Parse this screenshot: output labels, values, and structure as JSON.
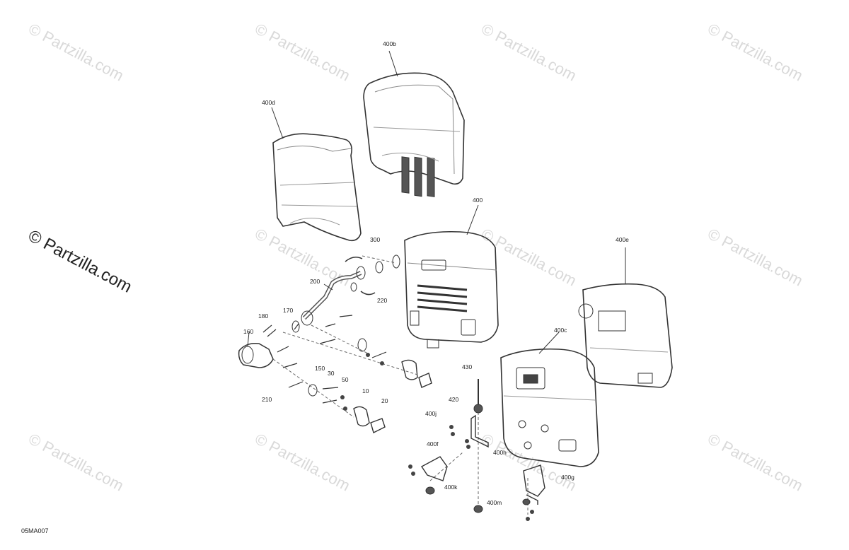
{
  "watermark": {
    "text": "© Partzilla.com",
    "main_text": "© Partzilla.com"
  },
  "diagram_code": "05MA007",
  "labels": {
    "l400b": "400b",
    "l400d": "400d",
    "l400": "400",
    "l400e": "400e",
    "l300": "300",
    "l200": "200",
    "l220": "220",
    "l180": "180",
    "l170": "170",
    "l160": "160",
    "l150": "150",
    "l30": "30",
    "l50": "50",
    "l10": "10",
    "l20": "20",
    "l210": "210",
    "l400c": "400c",
    "l430": "430",
    "l420": "420",
    "l400j": "400j",
    "l400f": "400f",
    "l400h": "400h",
    "l400k": "400k",
    "l400m": "400m",
    "l400g": "400g"
  }
}
